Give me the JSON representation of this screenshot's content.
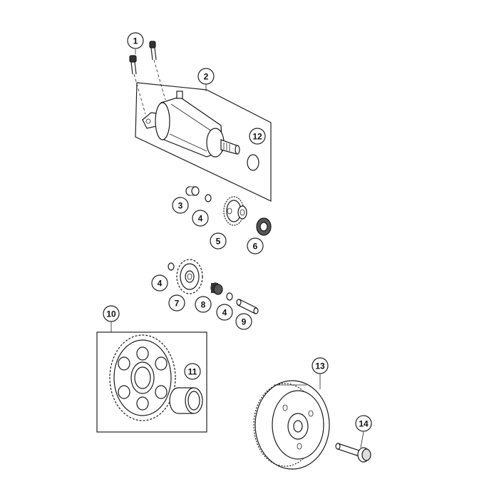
{
  "callouts": {
    "c1": "1",
    "c2": "2",
    "c3": "3",
    "c4a": "4",
    "c5": "5",
    "c6": "6",
    "c4b": "4",
    "c7": "7",
    "c8": "8",
    "c4c": "4",
    "c9": "9",
    "c10": "10",
    "c11": "11",
    "c12": "12",
    "c13": "13",
    "c14": "14"
  }
}
